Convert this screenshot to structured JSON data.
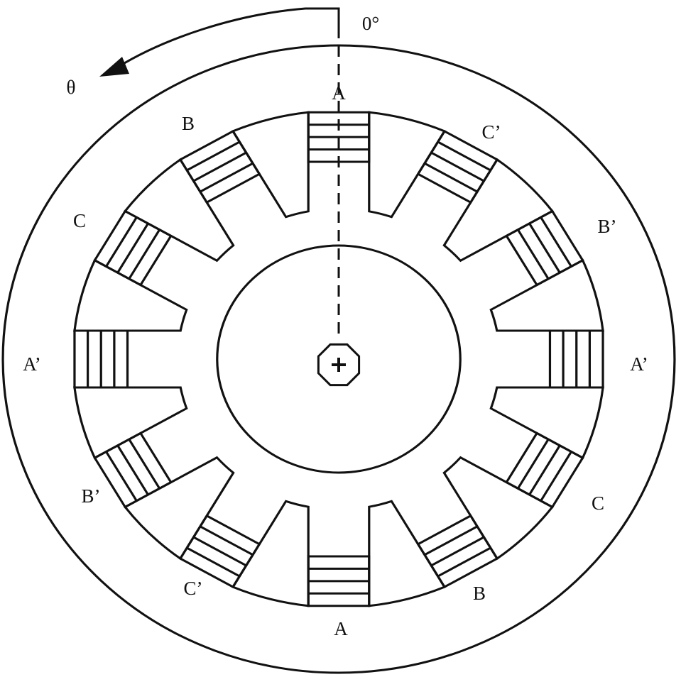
{
  "diagram": {
    "reference_angle_label": "0°",
    "rotation_label": "θ",
    "coil_labels": [
      "A",
      "C’",
      "B’",
      "A’",
      "C",
      "B",
      "A",
      "C’",
      "B’",
      "A’",
      "C",
      "B"
    ]
  },
  "colors": {
    "line": "#111111",
    "background": "#ffffff"
  }
}
